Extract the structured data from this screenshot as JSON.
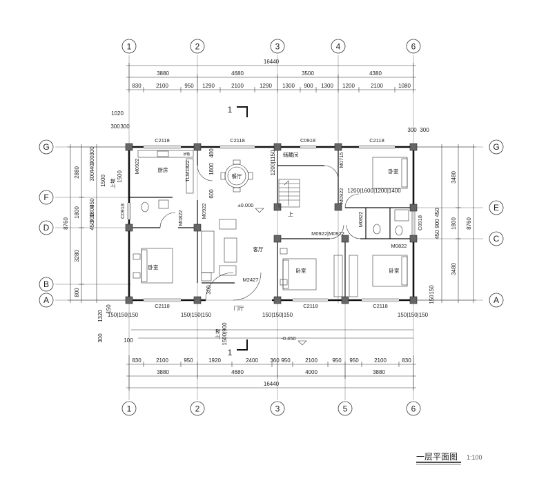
{
  "drawing": {
    "title": "一层平面图",
    "scale": "1:100",
    "axes_vertical": [
      "1",
      "2",
      "3",
      "4",
      "6"
    ],
    "axes_vertical_bottom": [
      "1",
      "2",
      "3",
      "5",
      "6"
    ],
    "axes_horizontal_left": [
      "G",
      "F",
      "D",
      "B",
      "A"
    ],
    "axes_horizontal_right": [
      "G",
      "E",
      "C",
      "A"
    ],
    "section_mark": "1",
    "top_dims": {
      "total": "16440",
      "level2": [
        "3880",
        "4680",
        "3500",
        "4380"
      ],
      "level1": [
        "830",
        "2100",
        "950",
        "1290",
        "2100",
        "1290",
        "1300",
        "900",
        "1300",
        "1200",
        "2100",
        "1080"
      ]
    },
    "bottom_dims": {
      "total": "16440",
      "level2": [
        "3880",
        "4680",
        "4000",
        "3880"
      ],
      "level1": [
        "830",
        "2100",
        "950",
        "1920",
        "2400",
        "360",
        "950",
        "2100",
        "950",
        "950",
        "2100",
        "830"
      ]
    },
    "left_dims": {
      "total": "8760",
      "level2": [
        "2880",
        "1800",
        "3280",
        "800"
      ],
      "level1": [
        "300",
        "900",
        "440",
        "300",
        "1500",
        "1800",
        "450",
        "900",
        "450",
        "1500"
      ],
      "extra": [
        "1020",
        "300",
        "300",
        "1320",
        "300",
        "150",
        "100"
      ]
    },
    "right_dims": {
      "total": "8760",
      "level2": [
        "3480",
        "1800",
        "3480"
      ],
      "level1": [
        "300",
        "300",
        "450",
        "900",
        "450",
        "150",
        "150"
      ]
    },
    "rooms": {
      "kitchen": "厨房",
      "dining": "餐厅",
      "storage": "储藏间",
      "living": "客厅",
      "bedroom": "卧室",
      "entry": "门厅",
      "up": "上",
      "up_small": "上"
    },
    "window_codes": {
      "c2118": "C2118",
      "c0918": "C0918",
      "m0922": "M0922",
      "m0822": "M0822",
      "m0715": "M0715",
      "m2427": "M2427",
      "tlm1822": "TLM1822",
      "m0922_pair": "M0922|M0922"
    },
    "inner_dims": {
      "d1800": "1800",
      "d480": "480",
      "d600": "600",
      "d1200_1150": "1200|1150",
      "d1200_1600_1400": "1200|1600|1200|1400",
      "d300": "300",
      "d1500_900": "1500|900",
      "w150": "150|150|150"
    },
    "elevations": {
      "floor": "±0.000",
      "exterior": "-0.450"
    },
    "small_labels": {
      "step": "上坡",
      "fridge": "冰箱"
    }
  }
}
